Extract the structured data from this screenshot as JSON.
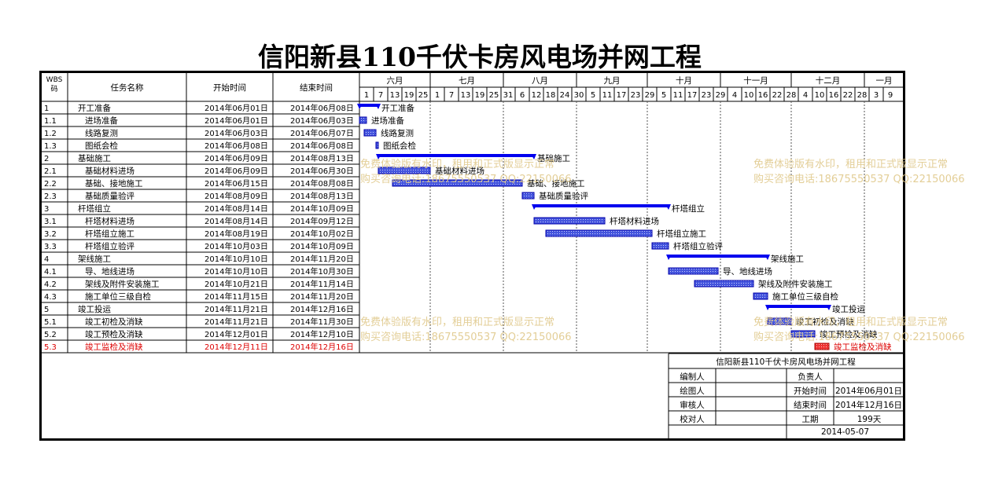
{
  "title": "信阳新县110千伏卡房风电场并网工程",
  "table": {
    "headers": {
      "wbs": "WBS码",
      "name": "任务名称",
      "start": "开始时间",
      "end": "结束时间"
    },
    "tasks": [
      {
        "wbs": "1",
        "name": "开工准备",
        "start": "2014年06月01日",
        "end": "2014年06月08日",
        "s": "2014-06-01",
        "e": "2014-06-08",
        "summary": true,
        "indent": 0
      },
      {
        "wbs": "1.1",
        "name": "进场准备",
        "start": "2014年06月01日",
        "end": "2014年06月03日",
        "s": "2014-06-01",
        "e": "2014-06-03",
        "summary": false,
        "indent": 1
      },
      {
        "wbs": "1.2",
        "name": "线路复测",
        "start": "2014年06月03日",
        "end": "2014年06月07日",
        "s": "2014-06-03",
        "e": "2014-06-07",
        "summary": false,
        "indent": 1
      },
      {
        "wbs": "1.3",
        "name": "图纸会检",
        "start": "2014年06月08日",
        "end": "2014年06月08日",
        "s": "2014-06-08",
        "e": "2014-06-08",
        "summary": false,
        "indent": 1
      },
      {
        "wbs": "2",
        "name": "基础施工",
        "start": "2014年06月09日",
        "end": "2014年08月13日",
        "s": "2014-06-09",
        "e": "2014-08-13",
        "summary": true,
        "indent": 0
      },
      {
        "wbs": "2.1",
        "name": "基础材料进场",
        "start": "2014年06月09日",
        "end": "2014年06月30日",
        "s": "2014-06-09",
        "e": "2014-06-30",
        "summary": false,
        "indent": 1
      },
      {
        "wbs": "2.2",
        "name": "基础、接地施工",
        "start": "2014年06月15日",
        "end": "2014年08月08日",
        "s": "2014-06-15",
        "e": "2014-08-08",
        "summary": false,
        "indent": 1
      },
      {
        "wbs": "2.3",
        "name": "基础质量验评",
        "start": "2014年08月09日",
        "end": "2014年08月13日",
        "s": "2014-08-09",
        "e": "2014-08-13",
        "summary": false,
        "indent": 1
      },
      {
        "wbs": "3",
        "name": "杆塔组立",
        "start": "2014年08月14日",
        "end": "2014年10月09日",
        "s": "2014-08-14",
        "e": "2014-10-09",
        "summary": true,
        "indent": 0
      },
      {
        "wbs": "3.1",
        "name": "杆塔材料进场",
        "start": "2014年08月14日",
        "end": "2014年09月12日",
        "s": "2014-08-14",
        "e": "2014-09-12",
        "summary": false,
        "indent": 1
      },
      {
        "wbs": "3.2",
        "name": "杆塔组立施工",
        "start": "2014年08月19日",
        "end": "2014年10月02日",
        "s": "2014-08-19",
        "e": "2014-10-02",
        "summary": false,
        "indent": 1
      },
      {
        "wbs": "3.3",
        "name": "杆塔组立验评",
        "start": "2014年10月03日",
        "end": "2014年10月09日",
        "s": "2014-10-03",
        "e": "2014-10-09",
        "summary": false,
        "indent": 1
      },
      {
        "wbs": "4",
        "name": "架线施工",
        "start": "2014年10月10日",
        "end": "2014年11月20日",
        "s": "2014-10-10",
        "e": "2014-11-20",
        "summary": true,
        "indent": 0
      },
      {
        "wbs": "4.1",
        "name": "导、地线进场",
        "start": "2014年10月10日",
        "end": "2014年10月30日",
        "s": "2014-10-10",
        "e": "2014-10-30",
        "summary": false,
        "indent": 1
      },
      {
        "wbs": "4.2",
        "name": "架线及附件安装施工",
        "start": "2014年10月21日",
        "end": "2014年11月14日",
        "s": "2014-10-21",
        "e": "2014-11-14",
        "summary": false,
        "indent": 1
      },
      {
        "wbs": "4.3",
        "name": "施工单位三级自检",
        "start": "2014年11月15日",
        "end": "2014年11月20日",
        "s": "2014-11-15",
        "e": "2014-11-20",
        "summary": false,
        "indent": 1
      },
      {
        "wbs": "5",
        "name": "竣工投运",
        "start": "2014年11月21日",
        "end": "2014年12月16日",
        "s": "2014-11-21",
        "e": "2014-12-16",
        "summary": true,
        "indent": 0
      },
      {
        "wbs": "5.1",
        "name": "竣工初检及消缺",
        "start": "2014年11月21日",
        "end": "2014年11月30日",
        "s": "2014-11-21",
        "e": "2014-11-30",
        "summary": false,
        "indent": 1
      },
      {
        "wbs": "5.2",
        "name": "竣工预检及消缺",
        "start": "2014年12月01日",
        "end": "2014年12月10日",
        "s": "2014-12-01",
        "e": "2014-12-10",
        "summary": false,
        "indent": 1
      },
      {
        "wbs": "5.3",
        "name": "竣工监检及消缺",
        "start": "2014年12月11日",
        "end": "2014年12月16日",
        "s": "2014-12-11",
        "e": "2014-12-16",
        "summary": false,
        "indent": 1,
        "highlight": true
      }
    ]
  },
  "timeline": {
    "start_date": "2014-05-31",
    "months": [
      {
        "label": "六月",
        "start": "2014-06-01"
      },
      {
        "label": "七月",
        "start": "2014-07-01"
      },
      {
        "label": "八月",
        "start": "2014-08-01"
      },
      {
        "label": "九月",
        "start": "2014-09-01"
      },
      {
        "label": "十月",
        "start": "2014-10-01"
      },
      {
        "label": "十一月",
        "start": "2014-11-01"
      },
      {
        "label": "十二月",
        "start": "2014-12-01"
      },
      {
        "label": "一月",
        "start": "2015-01-01"
      }
    ],
    "ticks": [
      {
        "label": "1",
        "d": "2014-06-01"
      },
      {
        "label": "7",
        "d": "2014-06-07"
      },
      {
        "label": "13",
        "d": "2014-06-13"
      },
      {
        "label": "19",
        "d": "2014-06-19"
      },
      {
        "label": "25",
        "d": "2014-06-25"
      },
      {
        "label": "1",
        "d": "2014-07-01"
      },
      {
        "label": "7",
        "d": "2014-07-07"
      },
      {
        "label": "13",
        "d": "2014-07-13"
      },
      {
        "label": "19",
        "d": "2014-07-19"
      },
      {
        "label": "25",
        "d": "2014-07-25"
      },
      {
        "label": "31",
        "d": "2014-07-31"
      },
      {
        "label": "6",
        "d": "2014-08-06"
      },
      {
        "label": "12",
        "d": "2014-08-12"
      },
      {
        "label": "18",
        "d": "2014-08-18"
      },
      {
        "label": "24",
        "d": "2014-08-24"
      },
      {
        "label": "30",
        "d": "2014-08-30"
      },
      {
        "label": "5",
        "d": "2014-09-05"
      },
      {
        "label": "11",
        "d": "2014-09-11"
      },
      {
        "label": "17",
        "d": "2014-09-17"
      },
      {
        "label": "23",
        "d": "2014-09-23"
      },
      {
        "label": "29",
        "d": "2014-09-29"
      },
      {
        "label": "5",
        "d": "2014-10-05"
      },
      {
        "label": "11",
        "d": "2014-10-11"
      },
      {
        "label": "17",
        "d": "2014-10-17"
      },
      {
        "label": "23",
        "d": "2014-10-23"
      },
      {
        "label": "29",
        "d": "2014-10-29"
      },
      {
        "label": "4",
        "d": "2014-11-04"
      },
      {
        "label": "10",
        "d": "2014-11-10"
      },
      {
        "label": "16",
        "d": "2014-11-16"
      },
      {
        "label": "22",
        "d": "2014-11-22"
      },
      {
        "label": "28",
        "d": "2014-11-28"
      },
      {
        "label": "4",
        "d": "2014-12-04"
      },
      {
        "label": "10",
        "d": "2014-12-10"
      },
      {
        "label": "16",
        "d": "2014-12-16"
      },
      {
        "label": "22",
        "d": "2014-12-22"
      },
      {
        "label": "28",
        "d": "2014-12-28"
      },
      {
        "label": "3",
        "d": "2015-01-03"
      },
      {
        "label": "9",
        "d": "2015-01-09"
      }
    ]
  },
  "info_panel": {
    "title": "信阳新县110千伏卡房风电场并网工程",
    "editor_label": "编制人",
    "editor": "",
    "owner_label": "负责人",
    "owner": "",
    "drawer_label": "绘图人",
    "drawer": "",
    "start_label": "开始时间",
    "start": "2014年06月01日",
    "reviewer_label": "审核人",
    "reviewer": "",
    "end_label": "结束时间",
    "end": "2014年12月16日",
    "checker_label": "校对人",
    "checker": "",
    "duration_label": "工期",
    "duration": "199天",
    "date": "2014-05-07"
  },
  "watermark": {
    "line1": "免费体验版有水印，租用和正式版显示正常",
    "line2": "购买咨询电话:18675550537 QQ:22150066"
  },
  "colors": {
    "summary": "#0000ee",
    "task_fill": "#4455dd",
    "task_stroke": "#0000aa",
    "highlight_fill": "#ee3333",
    "highlight_text": "#dd0000",
    "grid": "#000000"
  }
}
